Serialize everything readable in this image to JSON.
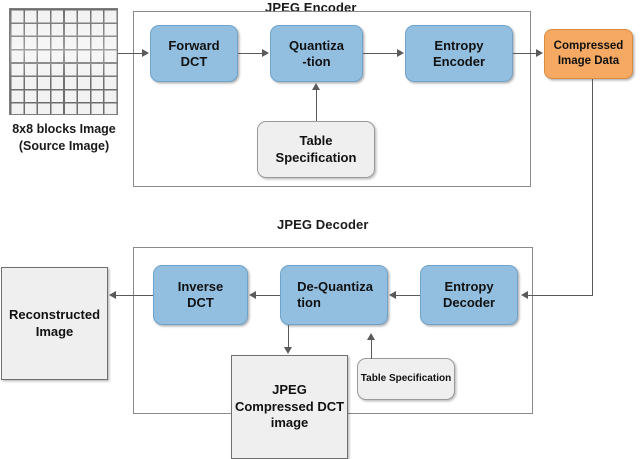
{
  "diagram": {
    "title_encoder": "JPEG Encoder",
    "title_decoder": "JPEG Decoder",
    "colors": {
      "process_fill": "#92bfe0",
      "process_stroke": "#6fa3ca",
      "data_fill": "#efefef",
      "data_stroke": "#6f6f6f",
      "accent_orange": "#f5a962",
      "connector": "#5a5a5a",
      "frame_stroke": "#8a8a8a"
    }
  },
  "source": {
    "caption_line1": "8x8 blocks Image",
    "caption_line2": "(Source Image)",
    "grid_cols": 8,
    "grid_rows": 8
  },
  "encoder": {
    "title": "JPEG Encoder",
    "blocks": [
      {
        "id": "forward-dct",
        "line1": "Forward",
        "line2": "DCT"
      },
      {
        "id": "quantization",
        "line1": "Quantiza",
        "line2": "-tion"
      },
      {
        "id": "entropy-encoder",
        "line1": "Entropy",
        "line2": "Encoder"
      }
    ],
    "table_spec": {
      "line1": "Table",
      "line2": "Specification"
    }
  },
  "compressed": {
    "line1": "Compressed",
    "line2": "Image Data"
  },
  "decoder": {
    "title": "JPEG Decoder",
    "blocks": [
      {
        "id": "inverse-dct",
        "line1": "Inverse",
        "line2": "DCT"
      },
      {
        "id": "de-quantization",
        "line1": "De-Quantiza",
        "line2": "tion"
      },
      {
        "id": "entropy-decoder",
        "line1": "Entropy",
        "line2": "Decoder"
      }
    ],
    "table_spec": {
      "line1": "Table",
      "line2": "Specification"
    }
  },
  "jpeg_dct_store": {
    "line1": "JPEG",
    "line2": "Compressed",
    "line3": "DCT image"
  },
  "reconstructed": {
    "line1": "Reconstructed",
    "line2": "Image"
  }
}
